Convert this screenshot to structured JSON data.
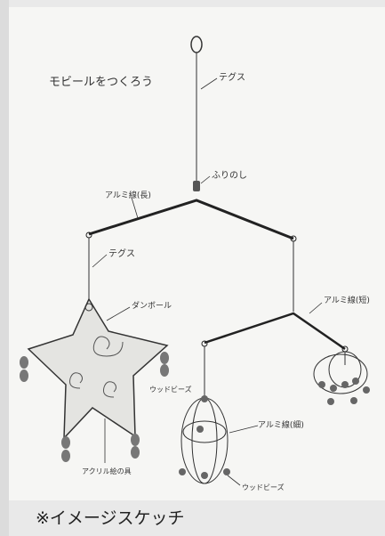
{
  "sketch": {
    "title": "モビールをつくろう",
    "labels": {
      "string_top": "テグス",
      "weight": "ふりのし",
      "bar_top": "アルミ線(長)",
      "string_left": "テグス",
      "star": "ダンボール",
      "star_beads": "ウッドビーズ",
      "star_note": "アクリル絵の具",
      "bar_right": "アルミ線(短)",
      "cage": "アルミ線(細)",
      "beads_bottom": "ウッドビーズ"
    }
  },
  "caption": "※イメージスケッチ"
}
